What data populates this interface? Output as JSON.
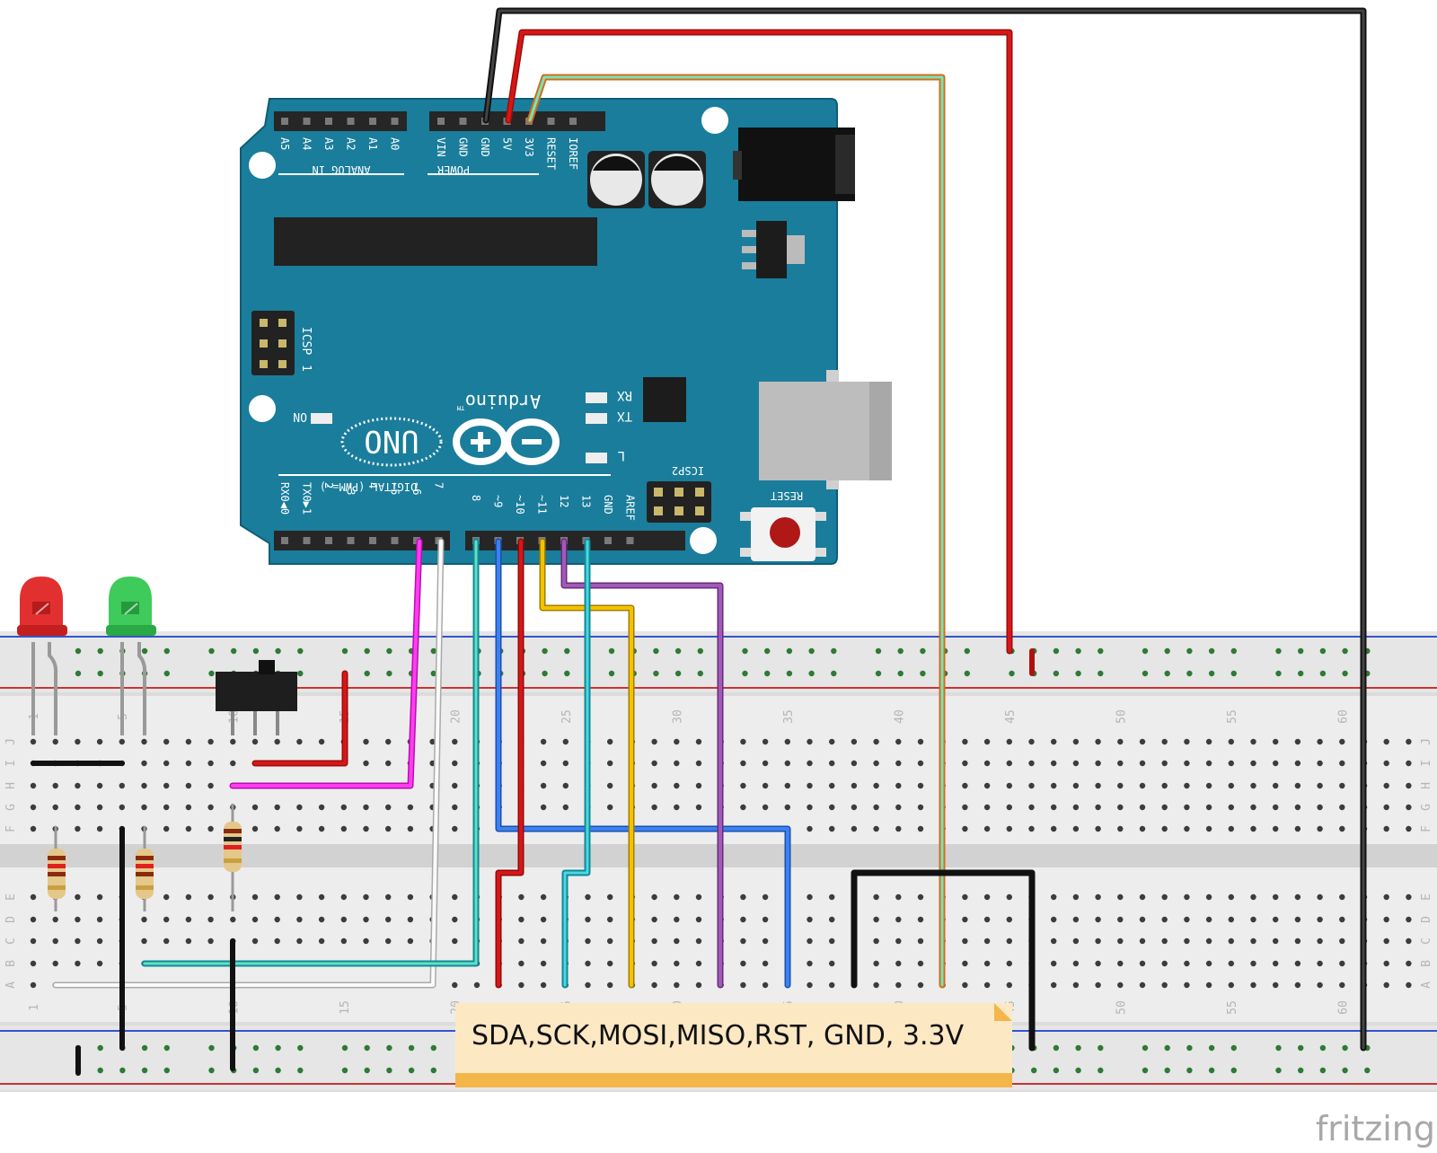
{
  "note": {
    "text": "SDA,SCK,MOSI,MISO,RST, GND, 3.3V"
  },
  "brand": {
    "text": "fritzing"
  },
  "arduino": {
    "name": "Arduino",
    "model": "UNO",
    "tm": "TM",
    "analog_section": "ANALOG IN",
    "power_section": "POWER",
    "digital_section": "DIGITAL (PWM=~)",
    "analog_pins": [
      "A5",
      "A4",
      "A3",
      "A2",
      "A1",
      "A0"
    ],
    "power_pins": [
      "VIN",
      "GND",
      "GND",
      "5V",
      "3V3",
      "RESET",
      "IOREF"
    ],
    "digital_low_pins": [
      "RX0◀0",
      "TX0▶1",
      "2",
      "~3",
      "4",
      "~5",
      "~6",
      "7"
    ],
    "digital_high_pins": [
      "8",
      "~9",
      "~10",
      "~11",
      "12",
      "13",
      "GND",
      "AREF"
    ],
    "icsp": "ICSP",
    "icsp_one": "1",
    "icsp2": "ICSP2",
    "reset_label": "RESET",
    "led_labels": [
      "RX",
      "TX",
      "L"
    ],
    "on_label": "ON"
  },
  "breadboard": {
    "col_numbers": [
      "1",
      "5",
      "10",
      "15",
      "20",
      "25",
      "30",
      "35",
      "40",
      "45",
      "50",
      "55",
      "60"
    ],
    "rows_top": [
      "J",
      "I",
      "H",
      "G",
      "F"
    ],
    "rows_bottom": [
      "E",
      "D",
      "C",
      "B",
      "A"
    ]
  },
  "colors": {
    "board": "#1a7d9b",
    "wire_black": "#222222",
    "wire_red": "#cc1111",
    "wire_magenta": "#ee22dd",
    "wire_white": "#e8e8e8",
    "wire_cyan": "#22bbcc",
    "wire_blue": "#2266dd",
    "wire_yellow": "#ddaa00",
    "wire_purple": "#9944aa",
    "wire_3v3": "#66ddaa",
    "note_bg": "#fde8c4",
    "note_bar": "#f4b54a"
  }
}
